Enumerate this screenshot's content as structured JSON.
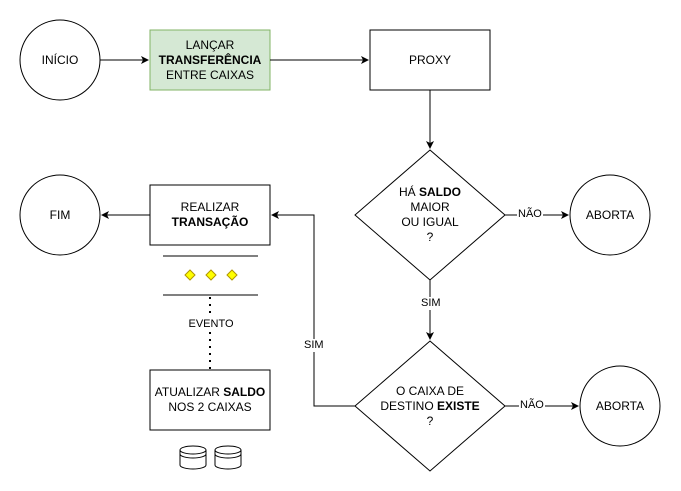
{
  "nodes": {
    "inicio": "INÍCIO",
    "lancar": {
      "pre": "LANÇAR",
      "bold": "TRANSFERÊNCIA",
      "post": "ENTRE CAIXAS"
    },
    "proxy": "PROXY",
    "decisao_saldo": {
      "pre": "HÁ ",
      "bold": "SALDO",
      "l2": "MAIOR",
      "l3": "OU IGUAL",
      "l4": "?"
    },
    "aborta_1": "ABORTA",
    "decisao_destino": {
      "l1": "O CAIXA DE",
      "pre": "DESTINO ",
      "bold": "EXISTE",
      "l3": "?"
    },
    "aborta_2": "ABORTA",
    "realizar": {
      "l1": "REALIZAR",
      "bold": "TRANSAÇÃO"
    },
    "fim": "FIM",
    "atualizar": {
      "pre": "ATUALIZAR ",
      "bold": "SALDO",
      "l2": "NOS 2 CAIXAS"
    },
    "evento": "EVENTO"
  },
  "edges": {
    "nao_1": "NÃO",
    "sim_1": "SIM",
    "nao_2": "NÃO",
    "sim_2": "SIM"
  },
  "colors": {
    "lancar_fill": "#d5e8d4",
    "lancar_stroke": "#82b366",
    "diamond_fill": "#ffff00",
    "diamond_stroke": "#b09500"
  }
}
